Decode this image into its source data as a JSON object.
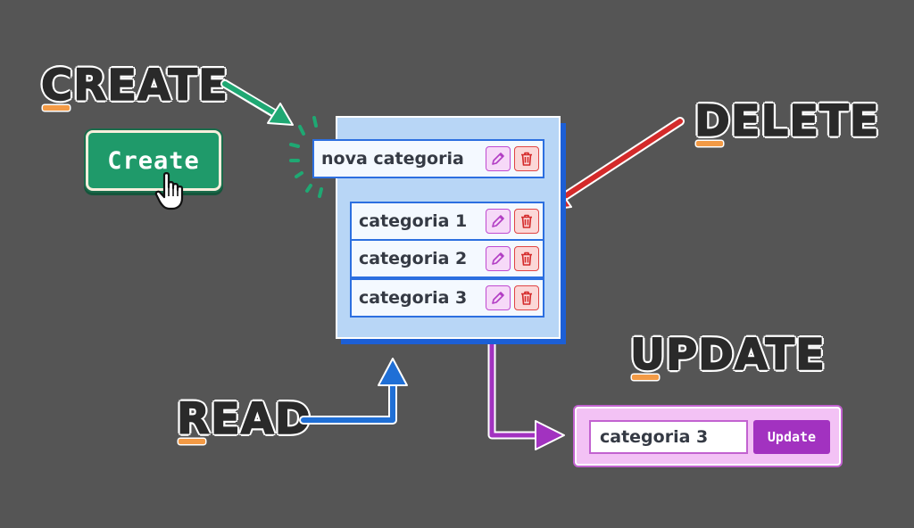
{
  "labels": {
    "create": "CREATE",
    "delete": "DELETE",
    "update": "UPDATE",
    "read": "READ"
  },
  "create_button": {
    "label": "Create"
  },
  "new_item": {
    "label": "nova categoria"
  },
  "items": [
    {
      "label": "categoria 1"
    },
    {
      "label": "categoria 2"
    },
    {
      "label": "categoria 3"
    }
  ],
  "update_form": {
    "input_value": "categoria 3",
    "button_label": "Update"
  },
  "colors": {
    "background": "#555555",
    "create_accent": "#1f9a6a",
    "delete_accent": "#d42a2a",
    "read_accent": "#1f6fd6",
    "update_accent": "#a232c0",
    "underline": "#f39a45"
  },
  "icons": {
    "edit": "pencil-icon",
    "delete": "trash-icon",
    "cursor": "hand-pointer-icon"
  }
}
